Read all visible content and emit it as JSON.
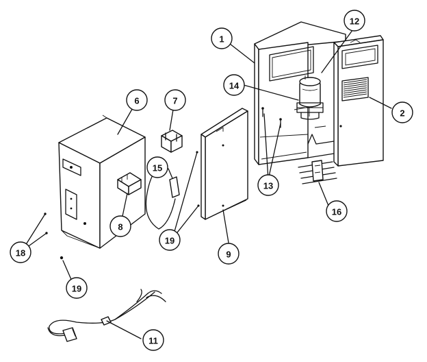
{
  "callouts": {
    "c1": "1",
    "c2": "2",
    "c6": "6",
    "c7": "7",
    "c8": "8",
    "c9": "9",
    "c11": "11",
    "c12": "12",
    "c13": "13",
    "c14": "14",
    "c15": "15",
    "c16": "16",
    "c18": "18",
    "c19a": "19",
    "c19b": "19"
  }
}
